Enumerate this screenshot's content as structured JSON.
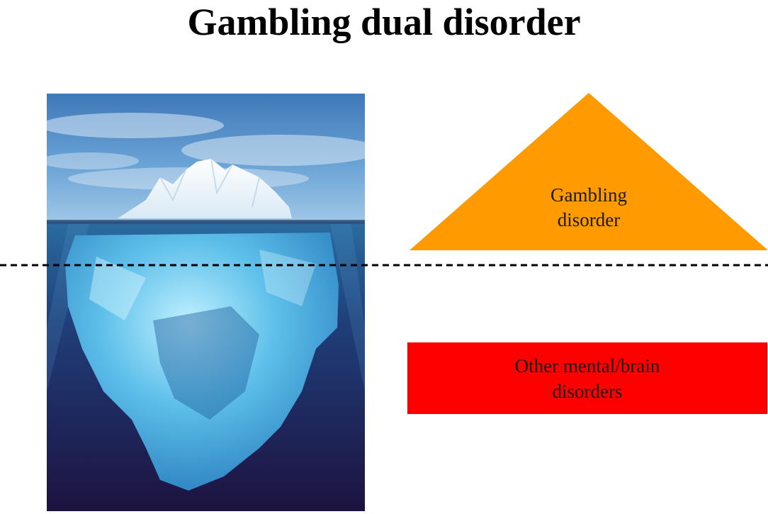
{
  "title": "Gambling dual disorder",
  "image": {
    "subject": "iceberg-photo"
  },
  "visible_part": {
    "label": "Gambling\ndisorder",
    "color": "#FF9B00"
  },
  "hidden_part": {
    "label": "Other mental/brain\ndisorders",
    "color": "#FE0000"
  },
  "divider": {
    "style": "dashed",
    "color": "#000000"
  }
}
